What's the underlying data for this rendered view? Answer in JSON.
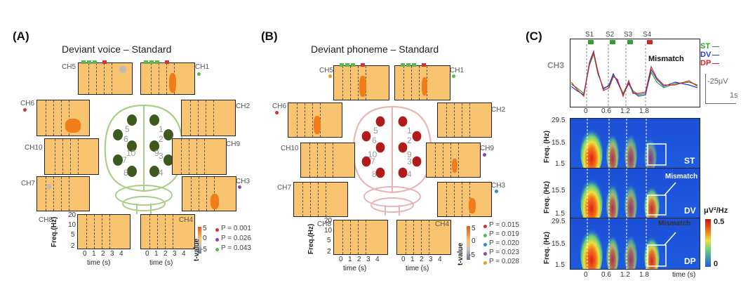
{
  "panels": {
    "a": {
      "label": "(A)",
      "title": "Deviant voice – Standard",
      "channels": [
        "CH5",
        "CH1",
        "CH6",
        "CH2",
        "CH10",
        "CH9",
        "CH7",
        "CH3",
        "CH8",
        "CH4"
      ],
      "brain_numbers": [
        "5",
        "1",
        "6",
        "2",
        "10",
        "9",
        "3",
        "7",
        "8",
        "4"
      ],
      "y_axis_label": "Freq.(Hz)",
      "y_ticks": [
        "20",
        "10",
        "5",
        "2"
      ],
      "x_ticks": [
        "0",
        "1",
        "2",
        "3",
        "4"
      ],
      "x_label": "time (s)",
      "colorbar_label": "t-value",
      "colorbar_ticks": [
        "5",
        "0",
        "-5"
      ],
      "p_values": [
        {
          "text": "P = 0.001",
          "color": "#d9302c"
        },
        {
          "text": "P = 0.026",
          "color": "#8e44ad"
        },
        {
          "text": "P = 0.043",
          "color": "#59b947"
        }
      ]
    },
    "b": {
      "label": "(B)",
      "title": "Deviant phoneme – Standard",
      "channels": [
        "CH5",
        "CH1",
        "CH6",
        "CH2",
        "CH10",
        "CH9",
        "CH7",
        "CH3",
        "CH8",
        "CH4"
      ],
      "brain_numbers": [
        "5",
        "1",
        "6",
        "2",
        "10",
        "9",
        "7",
        "3",
        "8",
        "4"
      ],
      "y_axis_label": "Freq.(Hz)",
      "y_ticks": [
        "20",
        "10",
        "5",
        "2"
      ],
      "x_ticks": [
        "0",
        "1",
        "2",
        "3",
        "4"
      ],
      "x_label": "time (s)",
      "colorbar_label": "t-value",
      "colorbar_ticks": [
        "5",
        "0",
        "-5"
      ],
      "p_values": [
        {
          "text": "P = 0.015",
          "color": "#d9302c"
        },
        {
          "text": "P = 0.019",
          "color": "#59b947"
        },
        {
          "text": "P = 0.020",
          "color": "#2e86de"
        },
        {
          "text": "P = 0.023",
          "color": "#8e44ad"
        },
        {
          "text": "P = 0.028",
          "color": "#f39c12"
        }
      ]
    },
    "c": {
      "label": "(C)",
      "channel": "CH3",
      "stimuli": [
        "S1",
        "S2",
        "S3",
        "S4"
      ],
      "mismatch_label": "Mismatch",
      "legend": [
        {
          "name": "ST",
          "color": "#2ca02c"
        },
        {
          "name": "DV",
          "color": "#1f3fd6"
        },
        {
          "name": "DP",
          "color": "#e02020"
        }
      ],
      "scale_uv": "-25μV",
      "scale_time": "1s",
      "time_ticks": [
        "0",
        "0.6",
        "1.2",
        "1.8"
      ],
      "spec_y_label": "Freq. (Hz)",
      "spec_y_ticks": [
        "29.5",
        "15.5",
        "1.5"
      ],
      "spec_labels": [
        "ST",
        "DV",
        "DP"
      ],
      "spec_x_label": "time (s)",
      "colorbar_unit": "μV²/Hz",
      "colorbar_max": "0.5",
      "colorbar_min": "0"
    }
  }
}
